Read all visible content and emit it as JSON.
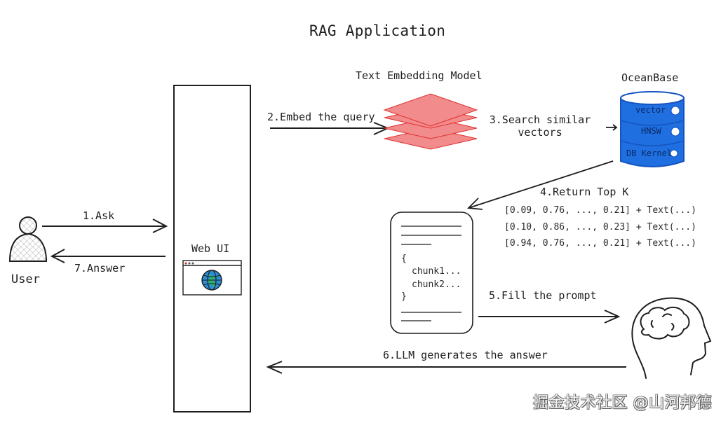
{
  "title": "RAG Application",
  "nodes": {
    "user": {
      "label": "User"
    },
    "web_ui": {
      "label": "Web UI"
    },
    "embedding_model": {
      "label": "Text Embedding Model"
    },
    "oceanbase": {
      "label": "OceanBase",
      "layers": [
        "vector",
        "HNSW",
        "DB Kernel"
      ]
    },
    "prompt_doc": {
      "open_brace": "{",
      "chunks": [
        "chunk1...",
        "chunk2..."
      ],
      "close_brace": "}"
    },
    "llm": {
      "label": "LLM (brain icon)"
    }
  },
  "steps": {
    "ask": "1.Ask",
    "embed": "2.Embed the query",
    "search_line1": "3.Search similar",
    "search_line2": "vectors",
    "return_topk": "4.Return Top K",
    "fill_prompt": "5.Fill the prompt",
    "llm_generates": "6.LLM generates the answer",
    "answer": "7.Answer"
  },
  "topk_results": [
    "[0.09, 0.76, ..., 0.21] + Text(...)",
    "[0.10, 0.86, ..., 0.23] + Text(...)",
    "[0.94, 0.76, ..., 0.21] + Text(...)"
  ],
  "watermark": "掘金技术社区 @山河邦德",
  "colors": {
    "stroke": "#1e1e1e",
    "embedding_fill": "#f28b8b",
    "embedding_stroke": "#e03131",
    "db_fill": "#1f6fe0",
    "db_stroke": "#1554c0",
    "globe_blue": "#2b8fd6",
    "globe_green": "#2fb36b"
  }
}
